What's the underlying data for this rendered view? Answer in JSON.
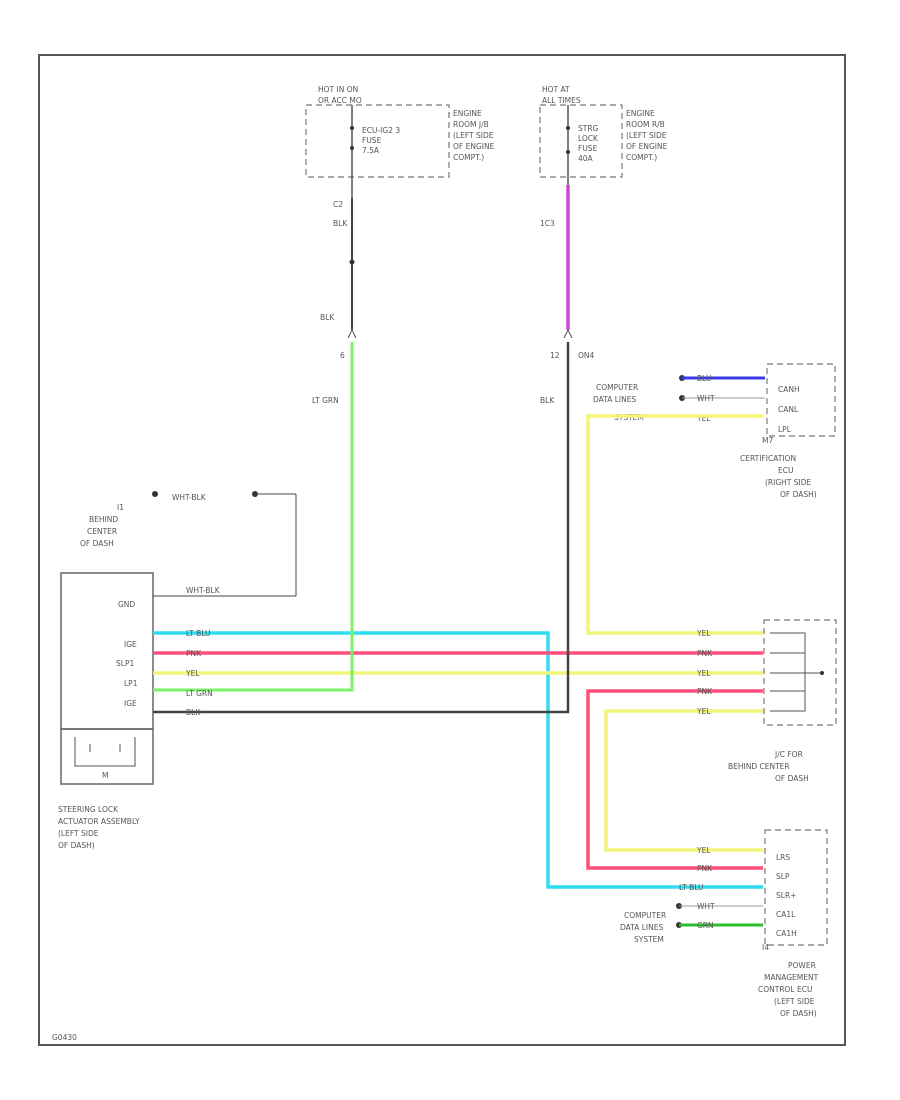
{
  "power_sources": {
    "left": {
      "hot_label": [
        "HOT IN ON",
        "OR ACC MO"
      ],
      "fuse": [
        "ECU-IG2 3",
        "FUSE",
        "7.5A"
      ],
      "location": [
        "ENGINE",
        "ROOM J/B",
        "(LEFT SIDE",
        "OF ENGINE",
        "COMPT.)"
      ],
      "connector": "C2",
      "wire1": "BLK",
      "wire2": "BLK",
      "pin": "6",
      "wire3": "LT GRN"
    },
    "right": {
      "hot_label": [
        "HOT AT",
        "ALL TIMES"
      ],
      "fuse": [
        "STRG",
        "LOCK",
        "FUSE",
        "40A"
      ],
      "location": [
        "ENGINE",
        "ROOM R/B",
        "(LEFT SIDE",
        "OF ENGINE",
        "COMPT.)"
      ],
      "connector": "1C3",
      "pin": "12",
      "pin_tag": "ON4",
      "wire": "BLK"
    }
  },
  "ground_junction": {
    "id": "I1",
    "location": [
      "BEHIND",
      "CENTER",
      "OF DASH"
    ],
    "wire": "WHT-BLK"
  },
  "actuator": {
    "pins": [
      "GND",
      "IGE",
      "SLP1",
      "LP1",
      "IGE"
    ],
    "wire_labels": [
      "WHT-BLK",
      "LT BLU",
      "PNK",
      "YEL",
      "LT GRN",
      "BLK"
    ],
    "motor": "M",
    "name": [
      "STEERING LOCK",
      "ACTUATOR ASSEMBLY",
      "(LEFT SIDE",
      "OF DASH)"
    ]
  },
  "cert_ecu": {
    "data_label": [
      "COMPUTER",
      "DATA LINES",
      "SYSTEM"
    ],
    "wires": [
      "BLU",
      "WHT",
      "YEL"
    ],
    "pins": [
      "CANH",
      "CANL",
      "LPL"
    ],
    "id": "M7",
    "name": [
      "CERTIFICATION",
      "ECU",
      "(RIGHT SIDE",
      "OF DASH)"
    ]
  },
  "jc": {
    "wires": [
      "YEL",
      "PNK",
      "YEL",
      "PNK",
      "YEL"
    ],
    "name": [
      "J/C FOR",
      "BEHIND CENTER",
      "OF DASH"
    ]
  },
  "pm_ecu": {
    "wires": [
      "YEL",
      "PNK",
      "LT BLU",
      "WHT",
      "GRN"
    ],
    "pins": [
      "LRS",
      "SLP",
      "SLR+",
      "CA1L",
      "CA1H"
    ],
    "id": "I4",
    "data_label": [
      "COMPUTER",
      "DATA LINES",
      "SYSTEM"
    ],
    "name": [
      "POWER",
      "MANAGEMENT",
      "CONTROL ECU",
      "(LEFT SIDE",
      "OF DASH)"
    ]
  },
  "footer": {
    "code": "G0430"
  },
  "colors": {
    "lt_grn": "#7CF46A",
    "pnk": "#FF4F7B",
    "yel": "#F4F47A",
    "lt_blu": "#2EDDF2",
    "blu": "#3B3BE8",
    "vio": "#EF6BEF",
    "blk": "#444444",
    "grn": "#2DBE2D"
  }
}
